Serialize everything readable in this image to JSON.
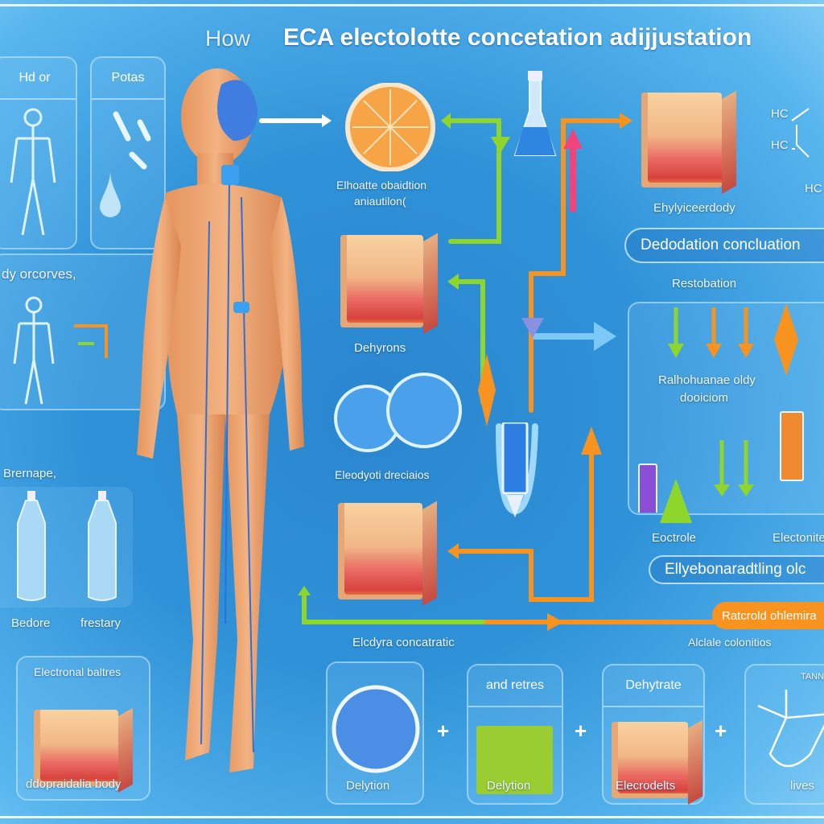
{
  "title": {
    "how": "How",
    "main": "ECA electolotte concetation adijjustation"
  },
  "left": {
    "panel_1": "Hd or",
    "panel_2": "Potas",
    "panel_3": "dy orcorves,",
    "section_label": "Brernape,",
    "bottle_1": "Bedore",
    "bottle_2": "frestary",
    "box_title": "Electronal baltres",
    "box_caption": "ddopraidalia body"
  },
  "center": {
    "orange_label_1": "Elhoatte obaidtion",
    "orange_label_2": "aniautilon(",
    "cube_1_label": "Dehyrons",
    "discs_label": "Eleodyoti dreciaios",
    "bottom_flow_label": "Elcdyra concatratic"
  },
  "right": {
    "cube_label": "Ehylyiceerdody",
    "chem": [
      "HC",
      "HC",
      "HC"
    ],
    "pill_1": "Dedodation concluation",
    "resto": "Restobation",
    "box_text_1": "Ralhohuanae oldy",
    "box_text_2": "dooiciom",
    "elec_1": "Eoctrole",
    "elec_2": "Electonite",
    "pill_2": "Ellyebonaradtling olc",
    "pill_3": "Ratcrold ohlemira",
    "bottom_label": "Alclale colonitios"
  },
  "bottom_row": [
    {
      "top": "",
      "caption": "Delytion"
    },
    {
      "top": "and retres",
      "caption": "Delytion"
    },
    {
      "top": "Dehytrate",
      "caption": "Elecrodelts"
    },
    {
      "top": "TANN",
      "caption": "lives"
    }
  ],
  "plus": "+",
  "colors": {
    "green": "#8fd62c",
    "orange": "#f7931e",
    "pink": "#f0447a",
    "blue": "#7cc9f7"
  }
}
